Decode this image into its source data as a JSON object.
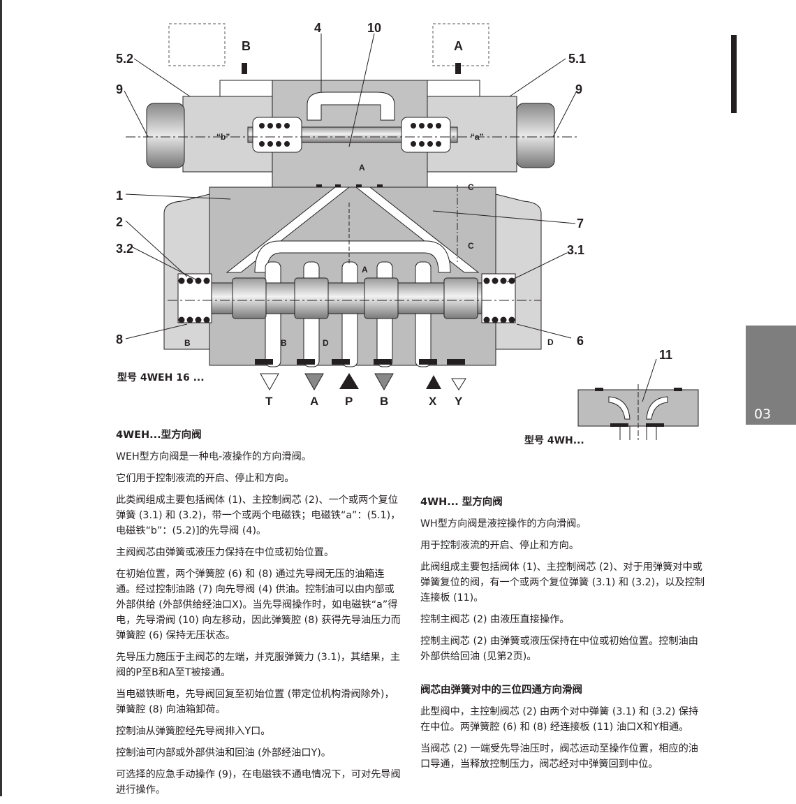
{
  "figure": {
    "labels": {
      "n4": "4",
      "n10": "10",
      "n52": "5.2",
      "n51": "5.1",
      "n9l": "9",
      "n9r": "9",
      "n1": "1",
      "n2": "2",
      "n32": "3.2",
      "n8": "8",
      "n7": "7",
      "n31": "3.1",
      "n6": "6",
      "n11": "11",
      "solB": "B",
      "solA": "A",
      "posb": "“b”",
      "posa": "“a”",
      "secA1": "A",
      "secA2": "A",
      "secC1": "C",
      "secC2": "C",
      "cutB1": "B",
      "cutB2": "B",
      "cutD1": "D",
      "cutD2": "D"
    },
    "ports": [
      "T",
      "A",
      "P",
      "B",
      "X",
      "Y"
    ]
  },
  "captions": {
    "main": "型号 4WEH 16 ...",
    "detail": "型号 4WH..."
  },
  "left_column": {
    "heading": "4WEH...型方向阀",
    "paragraphs": [
      "WEH型方向阀是一种电-液操作的方向滑阀。",
      "它们用于控制液流的开启、停止和方向。",
      "此类阀组成主要包括阀体 (1)、主控制阀芯 (2)、一个或两个复位弹簧 (3.1) 和 (3.2)，带一个或两个电磁铁；电磁铁“a”：(5.1)，电磁铁“b”：(5.2)]的先导阀 (4)。",
      "主阀阀芯由弹簧或液压力保持在中位或初始位置。",
      "在初始位置，两个弹簧腔 (6) 和 (8) 通过先导阀无压的油箱连通。经过控制油路 (7) 向先导阀 (4) 供油。控制油可以由内部或外部供给 (外部供给经油口X)。当先导阀操作时，如电磁铁“a”得电，先导滑阀 (10) 向左移动，因此弹簧腔 (8) 获得先导油压力而弹簧腔 (6) 保持无压状态。",
      "先导压力施压于主阀芯的左端，并克服弹簧力 (3.1)，其结果，主阀的P至B和A至T被接通。",
      "当电磁铁断电，先导阀回复至初始位置 (带定位机构滑阀除外)，弹簧腔 (8) 向油箱卸荷。",
      "控制油从弹簧腔经先导阀排入Y口。",
      "控制油可内部或外部供油和回油 (外部经油口Y)。",
      "可选择的应急手动操作 (9)，在电磁铁不通电情况下，可对先导阀进行操作。"
    ]
  },
  "right_column": {
    "heading": "4WH... 型方向阀",
    "paragraphs": [
      "WH型方向阀是液控操作的方向滑阀。",
      "用于控制液流的开启、停止和方向。",
      "此阀组成主要包括阀体 (1)、主控制阀芯 (2)、对于用弹簧对中或弹簧复位的阀，有一个或两个复位弹簧 (3.1) 和 (3.2)，以及控制连接板 (11)。",
      "控制主阀芯 (2) 由液压直接操作。",
      "控制主阀芯 (2) 由弹簧或液压保持在中位或初始位置。控制油由外部供给回油 (见第2页)。"
    ],
    "heading2": "阀芯由弹簧对中的三位四通方向滑阀",
    "paragraphs2": [
      "此型阀中，主控制阀芯 (2) 由两个对中弹簧 (3.1) 和 (3.2) 保持在中位。两弹簧腔 (6) 和 (8) 经连接板 (11) 油口X和Y相通。",
      "当阀芯 (2) 一端受先导油压时，阀芯运动至操作位置，相应的油口导通，当释放控制压力，阀芯经对中弹簧回到中位。"
    ]
  },
  "side_tab": {
    "label": "03"
  }
}
